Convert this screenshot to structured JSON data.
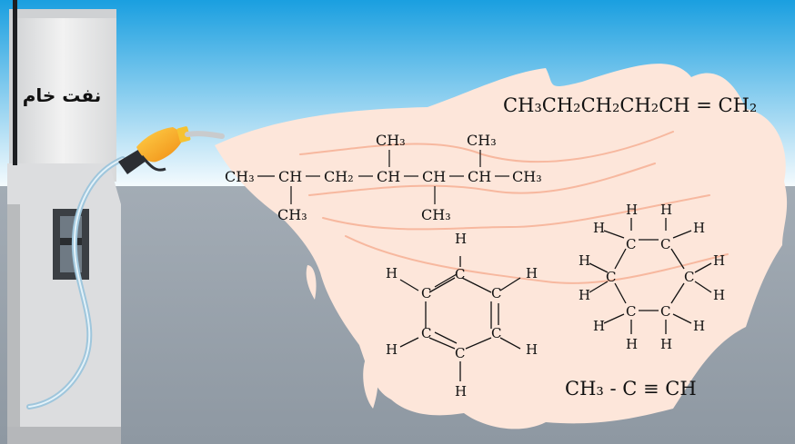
{
  "pump": {
    "label": "نفت خام",
    "color_body": "#e4e4e4",
    "color_hose": "#9fc6dc",
    "color_nozzle": "#f7a21b"
  },
  "formulas": {
    "hexene": "CH₃CH₂CH₂CH₂CH = CH₂",
    "propyne": "CH₃ - C ≡ CH",
    "alkane_chain": {
      "ch3": "CH₃",
      "ch": "CH",
      "ch2": "CH₂"
    },
    "atoms": {
      "c": "C",
      "h": "H"
    }
  },
  "colors": {
    "sky_top": "#1a9fe0",
    "sky_bottom": "#ffffff",
    "ground": "#9aa3ad",
    "splash": "#fde6da",
    "splash_lines": "#f7b89f"
  }
}
